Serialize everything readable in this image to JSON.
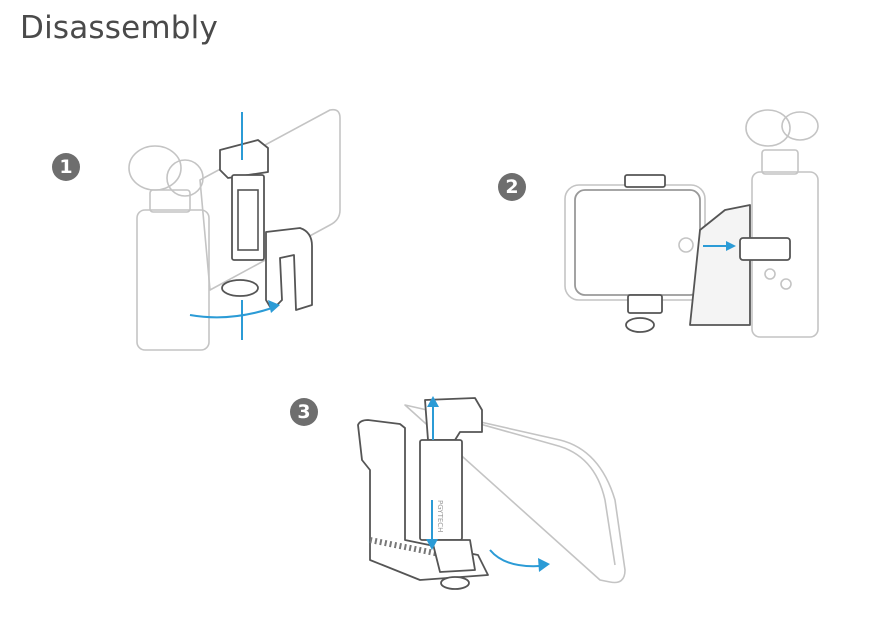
{
  "section": {
    "title": "Disassembly"
  },
  "steps": [
    {
      "number": "1"
    },
    {
      "number": "2"
    },
    {
      "number": "3"
    }
  ],
  "illustration": {
    "brand_logo_text": "PGYTECH"
  },
  "colors": {
    "arrow": "#2b9bd6",
    "badge": "#6e6e6e",
    "title": "#4a4a4a"
  }
}
